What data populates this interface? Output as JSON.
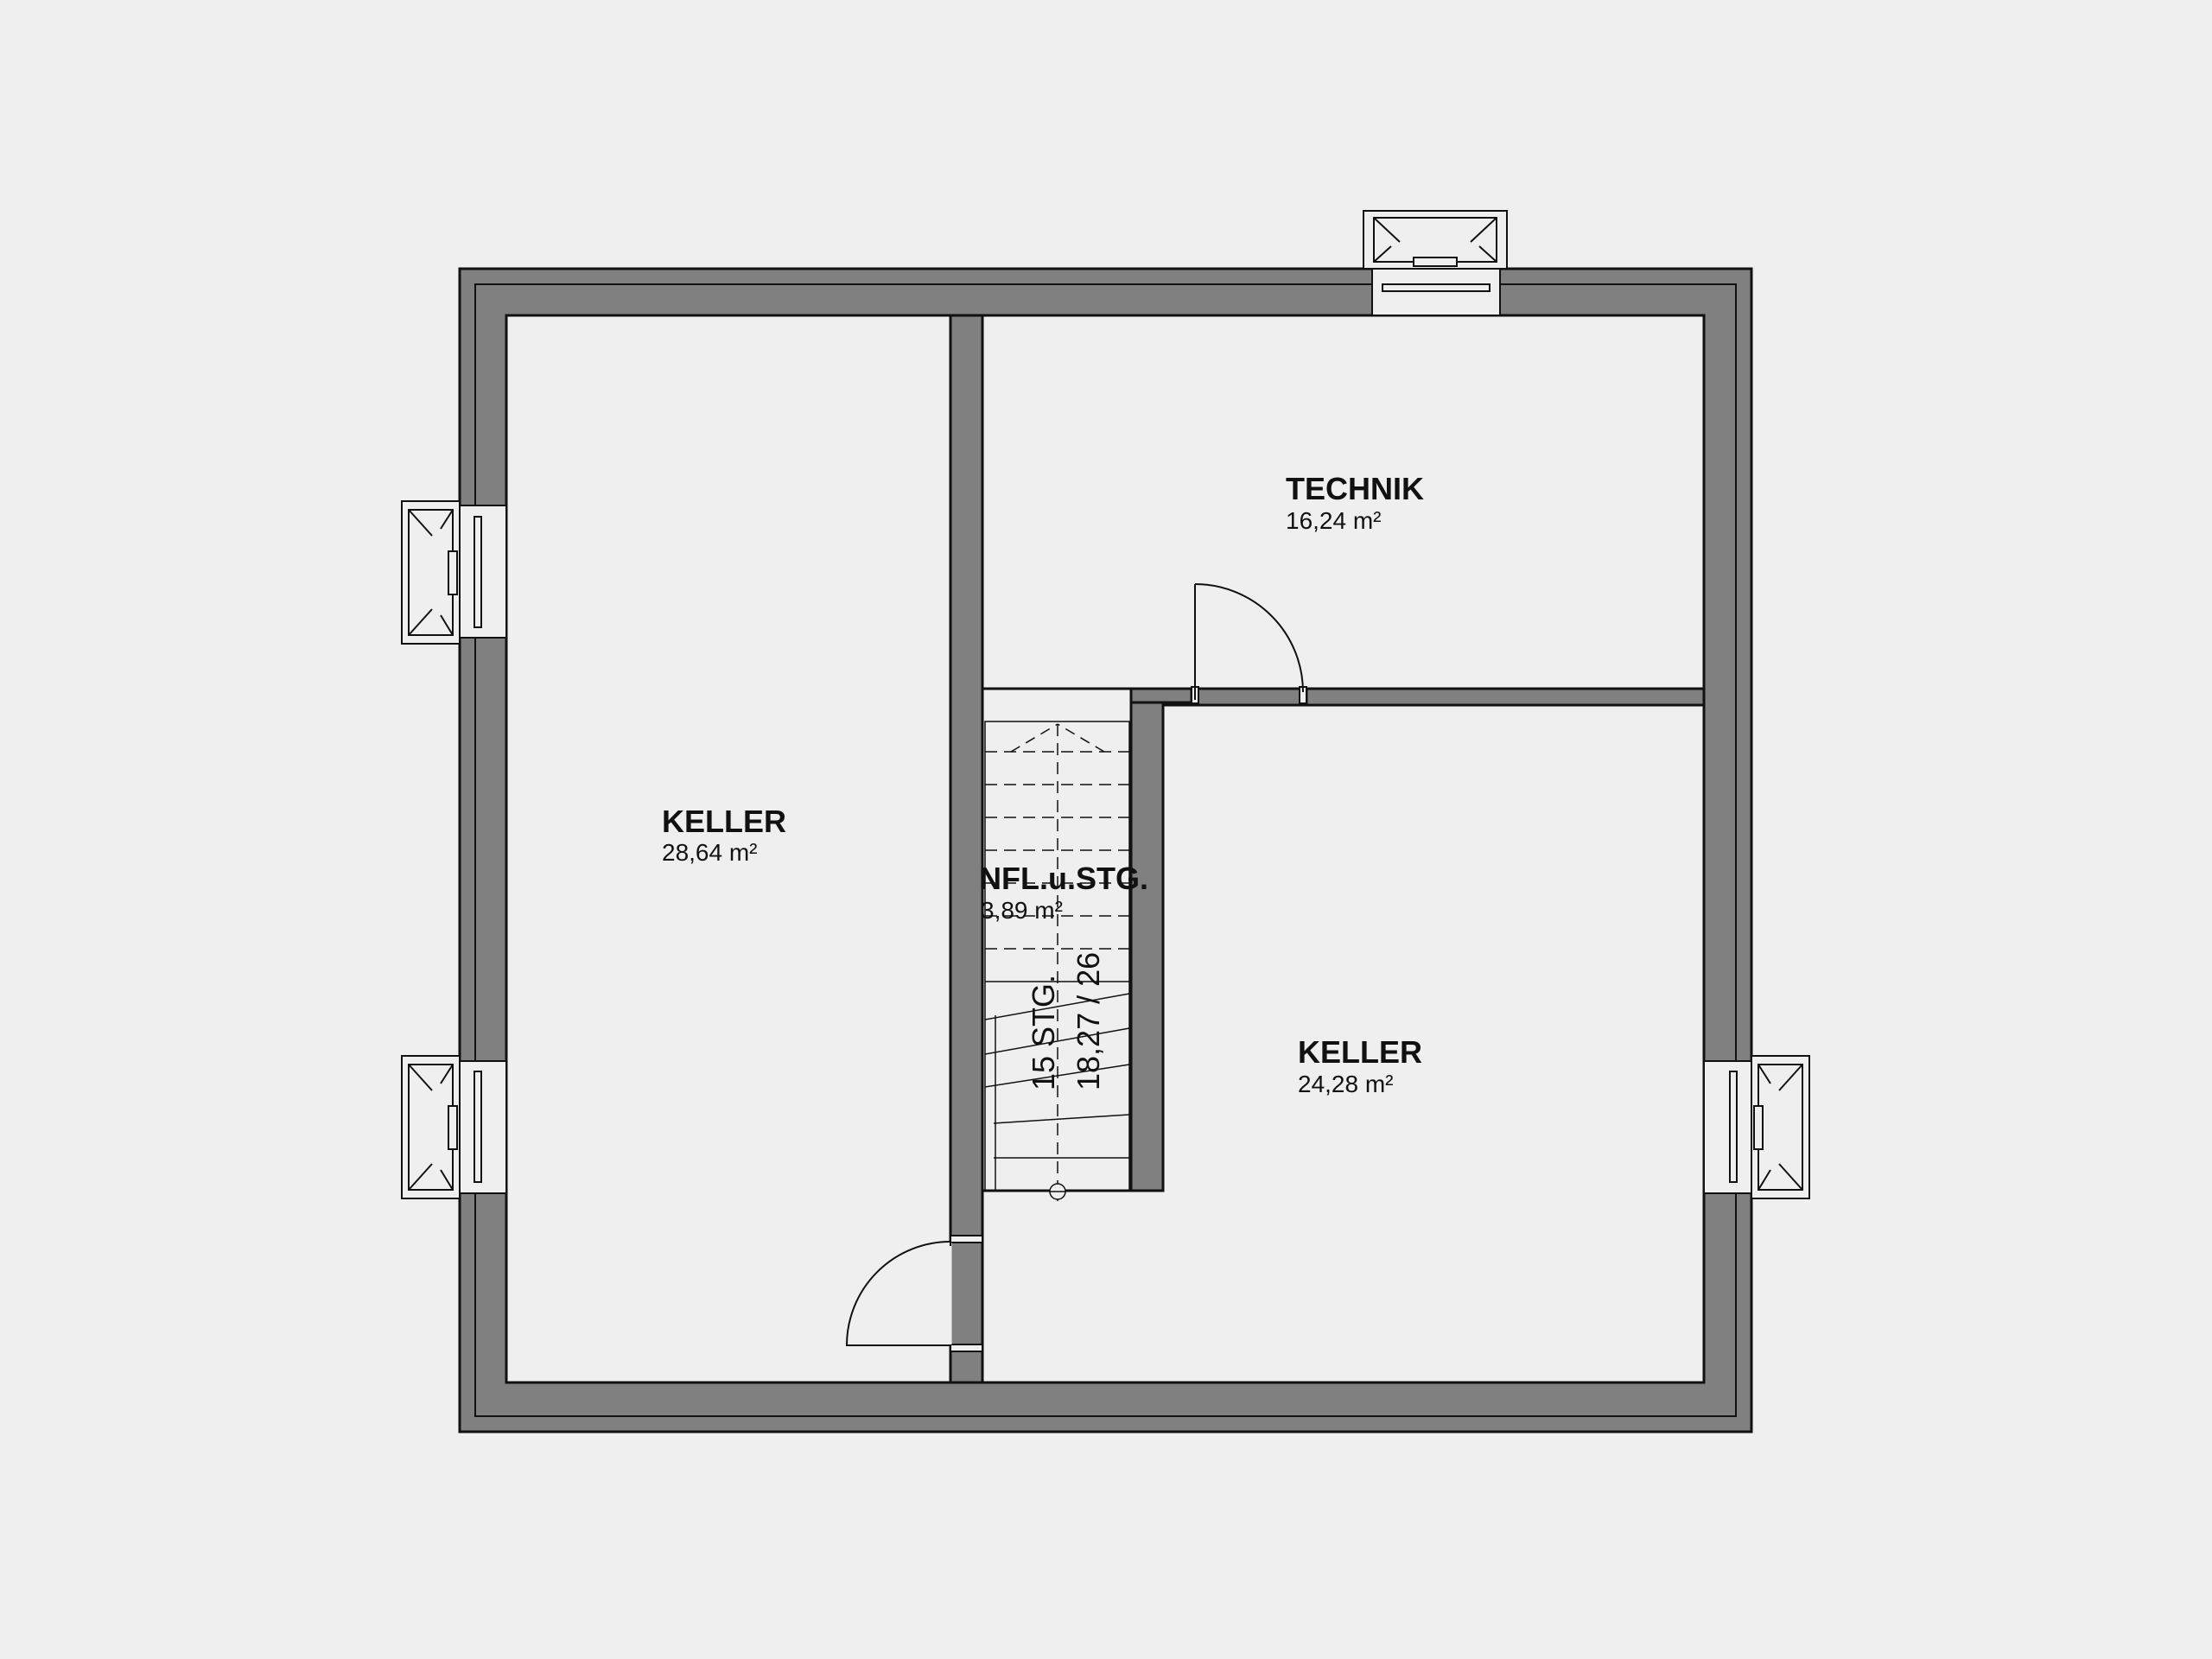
{
  "rooms": [
    {
      "id": "keller-west",
      "name": "KELLER",
      "area": "28,64 m²"
    },
    {
      "id": "technik",
      "name": "TECHNIK",
      "area": "16,24 m²"
    },
    {
      "id": "flur",
      "name": "NFL.u.STG.",
      "area": "3,89 m²"
    },
    {
      "id": "keller-east",
      "name": "KELLER",
      "area": "24,28 m²"
    }
  ],
  "stair": {
    "steps": "15 STG.",
    "ratio": "18,27 / 26"
  },
  "colors": {
    "background": "#efefef",
    "wall": "#808080",
    "floor": "#efefef",
    "line": "#111111"
  }
}
